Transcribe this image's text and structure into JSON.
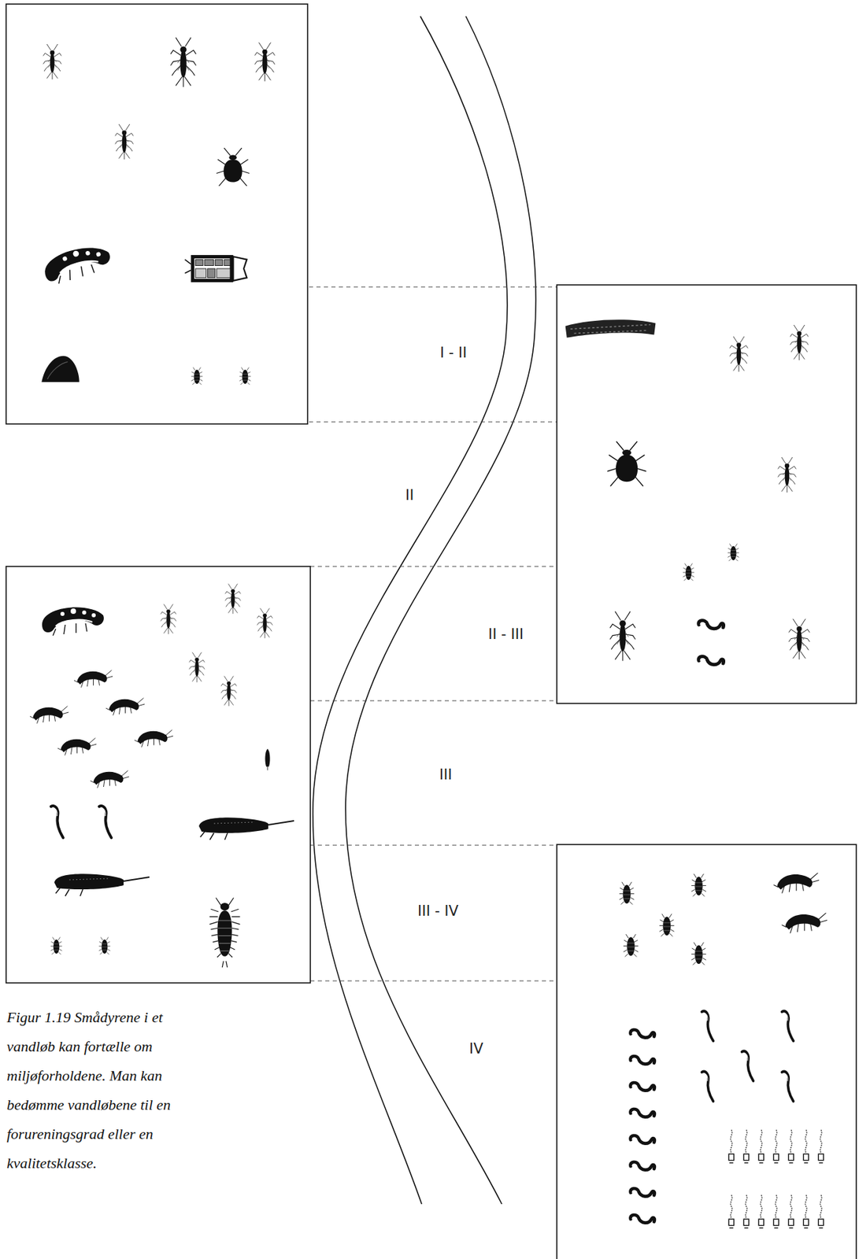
{
  "diagram": {
    "caption": "Figur 1.19 Smådyrene i et vandløb kan fortælle om miljøforholdene. Man kan bedømme vandløbene til en forureningsgrad eller en kvalitetsklasse.",
    "labels": [
      "I - II",
      "II",
      "II - III",
      "III",
      "III - IV",
      "IV"
    ]
  }
}
